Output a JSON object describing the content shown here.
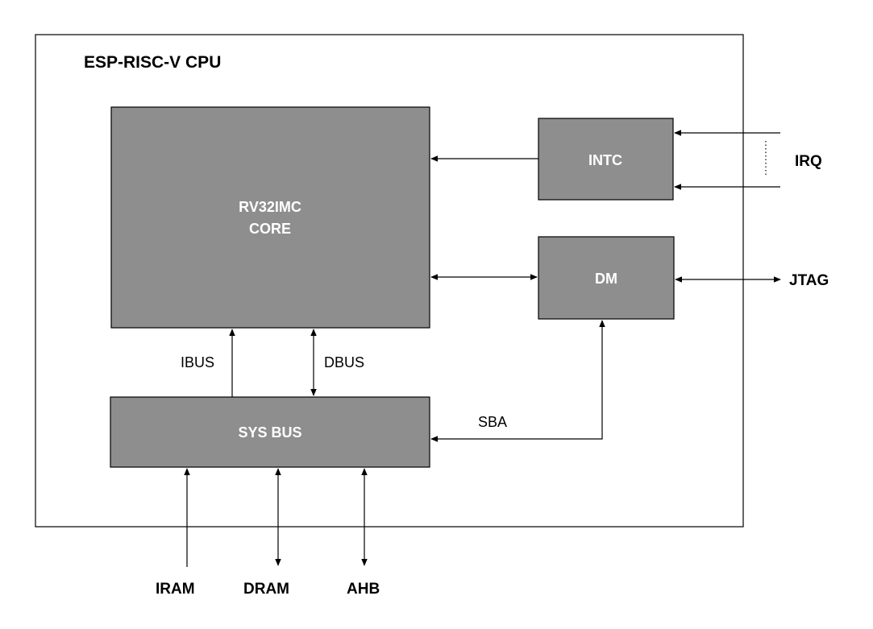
{
  "cpu": {
    "title": "ESP-RISC-V CPU"
  },
  "blocks": {
    "core": {
      "line1": "RV32IMC",
      "line2": "CORE"
    },
    "intc": {
      "label": "INTC"
    },
    "dm": {
      "label": "DM"
    },
    "sysbus": {
      "label": "SYS BUS"
    }
  },
  "buses": {
    "ibus": "IBUS",
    "dbus": "DBUS",
    "sba": "SBA"
  },
  "external": {
    "irq": "IRQ",
    "jtag": "JTAG",
    "iram": "IRAM",
    "dram": "DRAM",
    "ahb": "AHB"
  },
  "colors": {
    "block_fill": "#8e8e8e",
    "block_text": "#ffffff",
    "line": "#000000",
    "background": "#ffffff"
  }
}
